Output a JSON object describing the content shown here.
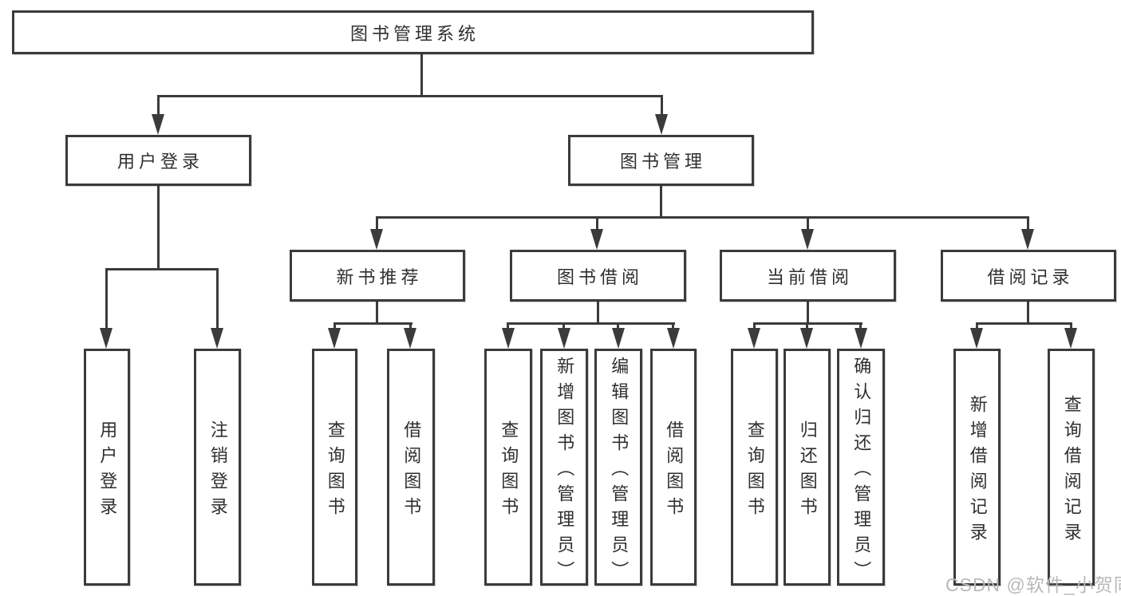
{
  "diagram": {
    "root": {
      "label": "图书管理系统"
    },
    "level2": [
      {
        "label": "用户登录"
      },
      {
        "label": "图书管理"
      }
    ],
    "level3": [
      {
        "label": "新书推荐"
      },
      {
        "label": "图书借阅"
      },
      {
        "label": "当前借阅"
      },
      {
        "label": "借阅记录"
      }
    ],
    "leaves": {
      "login": [
        "用户登录",
        "注销登录"
      ],
      "recommend": [
        "查询图书",
        "借阅图书"
      ],
      "borrow": [
        "查询图书",
        "新增图书（管理员）",
        "编辑图书（管理员）",
        "借阅图书"
      ],
      "current": [
        "查询图书",
        "归还图书",
        "确认归还（管理员）"
      ],
      "records": [
        "新增借阅记录",
        "查询借阅记录"
      ]
    }
  },
  "colors": {
    "line": "#3b3b3b",
    "text": "#2f2f2f",
    "watermark_text": "#b9b9b9"
  },
  "watermark": "CSDN @软件_小贺同学"
}
